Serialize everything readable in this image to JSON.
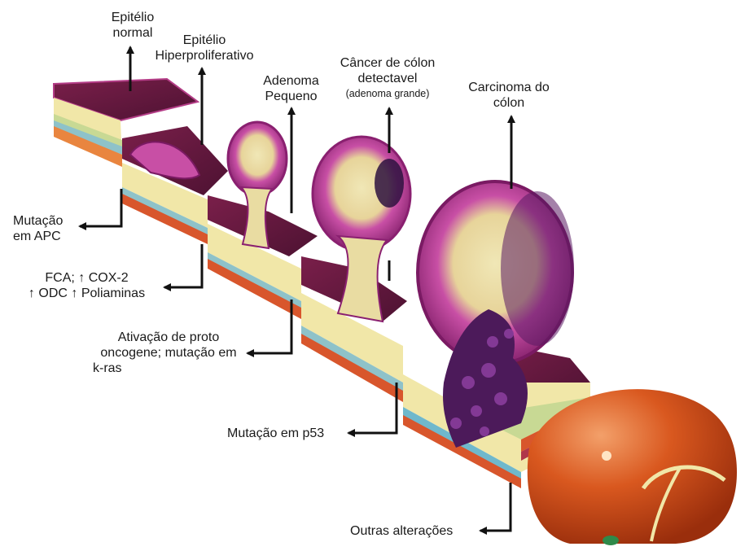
{
  "top_labels": {
    "normal": [
      "Epitélio",
      "normal"
    ],
    "hyper": [
      "Epitélio",
      "Hiperproliferativo"
    ],
    "adenoma_small": [
      "Adenoma",
      "Pequeno"
    ],
    "cancer_detect": [
      "Câncer de cólon",
      "detectavel"
    ],
    "cancer_detect_note": "(adenoma grande)",
    "carcinoma": [
      "Carcinoma do",
      "cólon"
    ]
  },
  "side_labels": {
    "apc": [
      "Mutação",
      "em APC"
    ],
    "cox": [
      "FCA; ↑ COX-2",
      "↑ ODC ↑ Poliaminas"
    ],
    "kras": [
      "Ativação de proto",
      "oncogene; mutação em",
      "k-ras"
    ],
    "p53": "Mutação em p53",
    "other": "Outras alterações"
  }
}
